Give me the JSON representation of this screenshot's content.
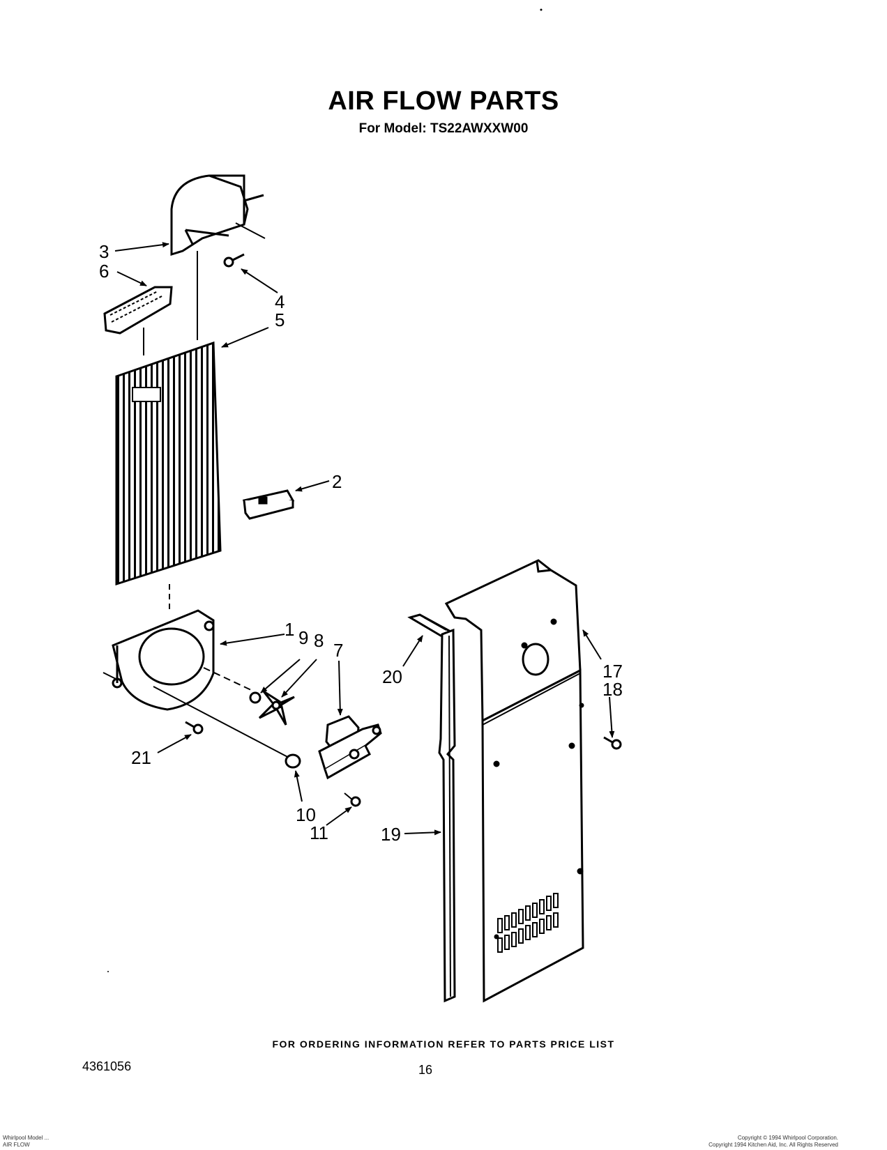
{
  "header": {
    "title": "AIR FLOW PARTS",
    "subtitle": "For Model: TS22AWXXW00"
  },
  "callouts": {
    "c1": "1",
    "c2": "2",
    "c3": "3",
    "c4": "4",
    "c5": "5",
    "c6": "6",
    "c7": "7",
    "c8": "8",
    "c9": "9",
    "c10": "10",
    "c11": "11",
    "c17": "17",
    "c18": "18",
    "c19": "19",
    "c20": "20",
    "c21": "21"
  },
  "footer": {
    "ordering_note": "FOR ORDERING INFORMATION REFER TO PARTS PRICE LIST",
    "doc_number": "4361056",
    "page_number": "16",
    "fineprint_left_1": "Whirlpool Model ...",
    "fineprint_left_2": "AIR FLOW",
    "fineprint_right_1": "Copyright © 1994 Whirlpool Corporation.",
    "fineprint_right_2": "Copyright 1994 Kitchen Aid, Inc. All Rights Reserved"
  }
}
